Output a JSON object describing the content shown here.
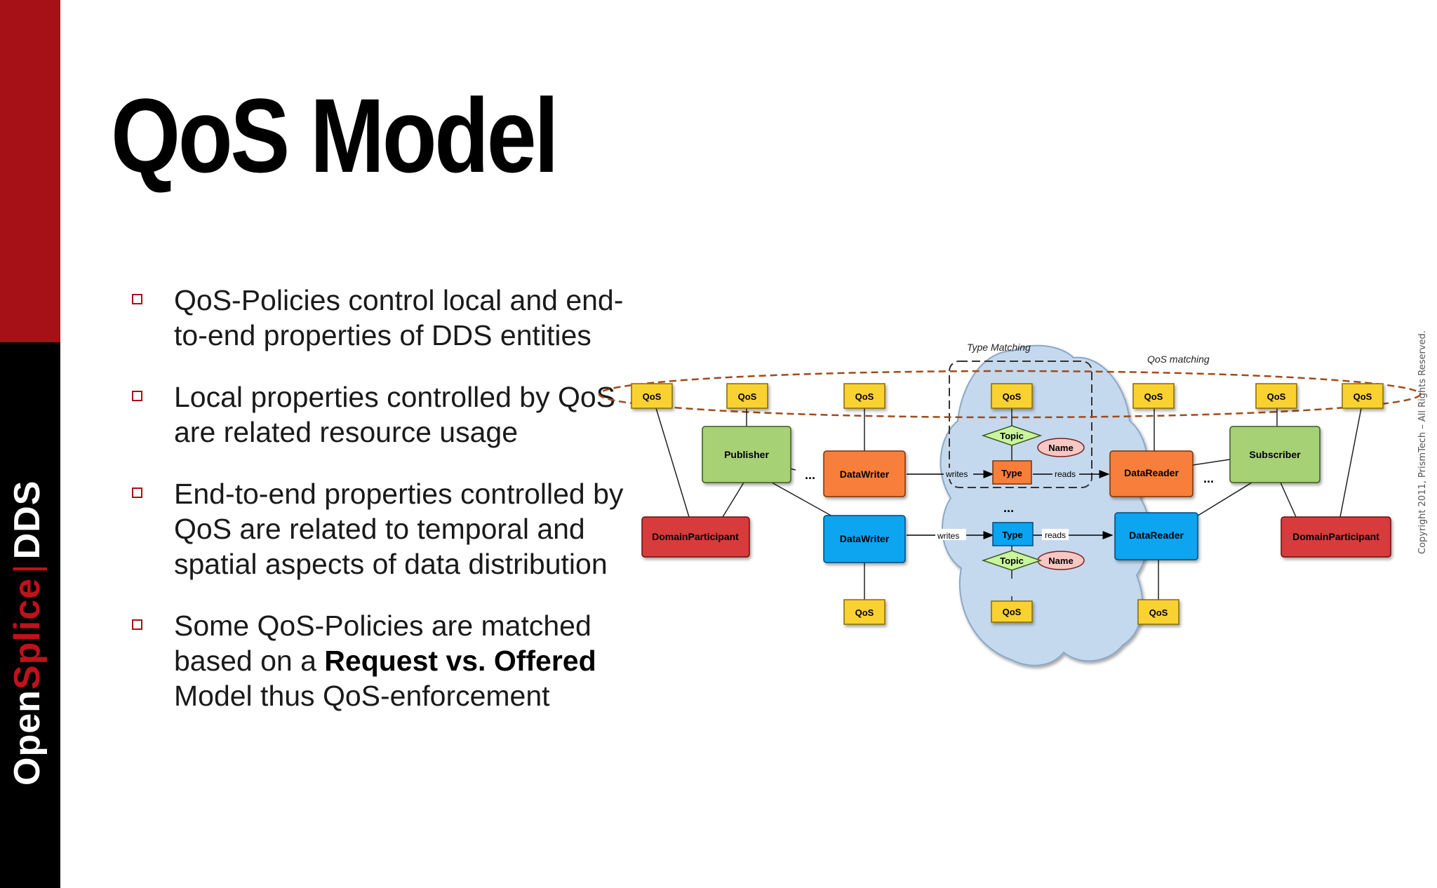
{
  "sidebar": {
    "brand_open": "Open",
    "brand_splice": "Splice",
    "brand_sep": "|",
    "brand_dds": "DDS"
  },
  "slide": {
    "title": "QoS Model",
    "bullets": [
      "QoS-Policies control local and end-to-end properties of DDS entities",
      "Local properties controlled by QoS are related resource usage",
      "End-to-end properties controlled by QoS are related to temporal and spatial aspects of data distribution"
    ],
    "bullet4_pre": "Some QoS-Policies are matched based on a ",
    "bullet4_bold": "Request vs. Offered",
    "bullet4_post": " Model thus QoS-enforcement"
  },
  "copyright": "Copyright 2011, PrismTech – All Rights Reserved.",
  "diagram": {
    "type_matching_label": "Type Matching",
    "qos_matching_label": "QoS matching",
    "qos": "QoS",
    "publisher": "Publisher",
    "subscriber": "Subscriber",
    "domain_participant": "DomainParticipant",
    "data_writer": "DataWriter",
    "data_reader": "DataReader",
    "topic": "Topic",
    "type": "Type",
    "name": "Name",
    "writes": "writes",
    "reads": "reads",
    "ellipsis": "...",
    "colors": {
      "qos": "#f9d230",
      "publisher": "#a6d175",
      "writer_top": "#f77f3b",
      "writer_bottom": "#0aa4f0",
      "domain": "#d73a3a",
      "topic": "#c9f59b",
      "name": "#f7c7c3",
      "cloud": "#c5d9ee"
    }
  }
}
